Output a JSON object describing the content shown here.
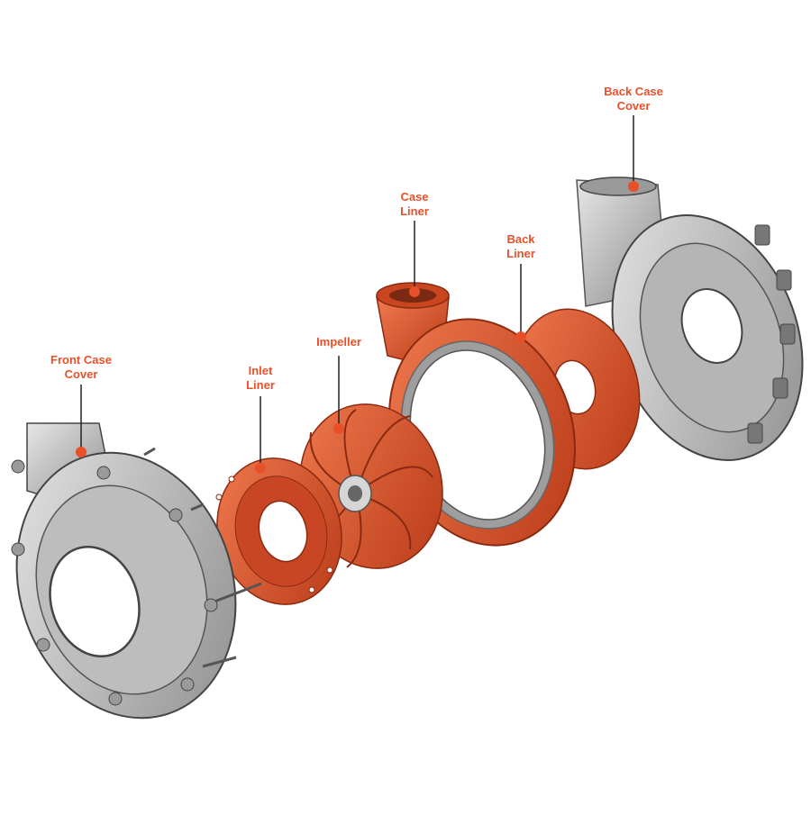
{
  "colors": {
    "accent": "#e8502a",
    "part_orange": "#e0522a",
    "part_orange_dark": "#a83415",
    "part_gray": "#c9c9c9",
    "part_gray_dark": "#7c7c7c",
    "leader_line": "#222222"
  },
  "labels": {
    "front_case_cover": "Front Case\nCover",
    "inlet_liner": "Inlet\nLiner",
    "impeller": "Impeller",
    "case_liner": "Case\nLiner",
    "back_liner": "Back\nLiner",
    "back_case_cover": "Back Case\nCover"
  }
}
